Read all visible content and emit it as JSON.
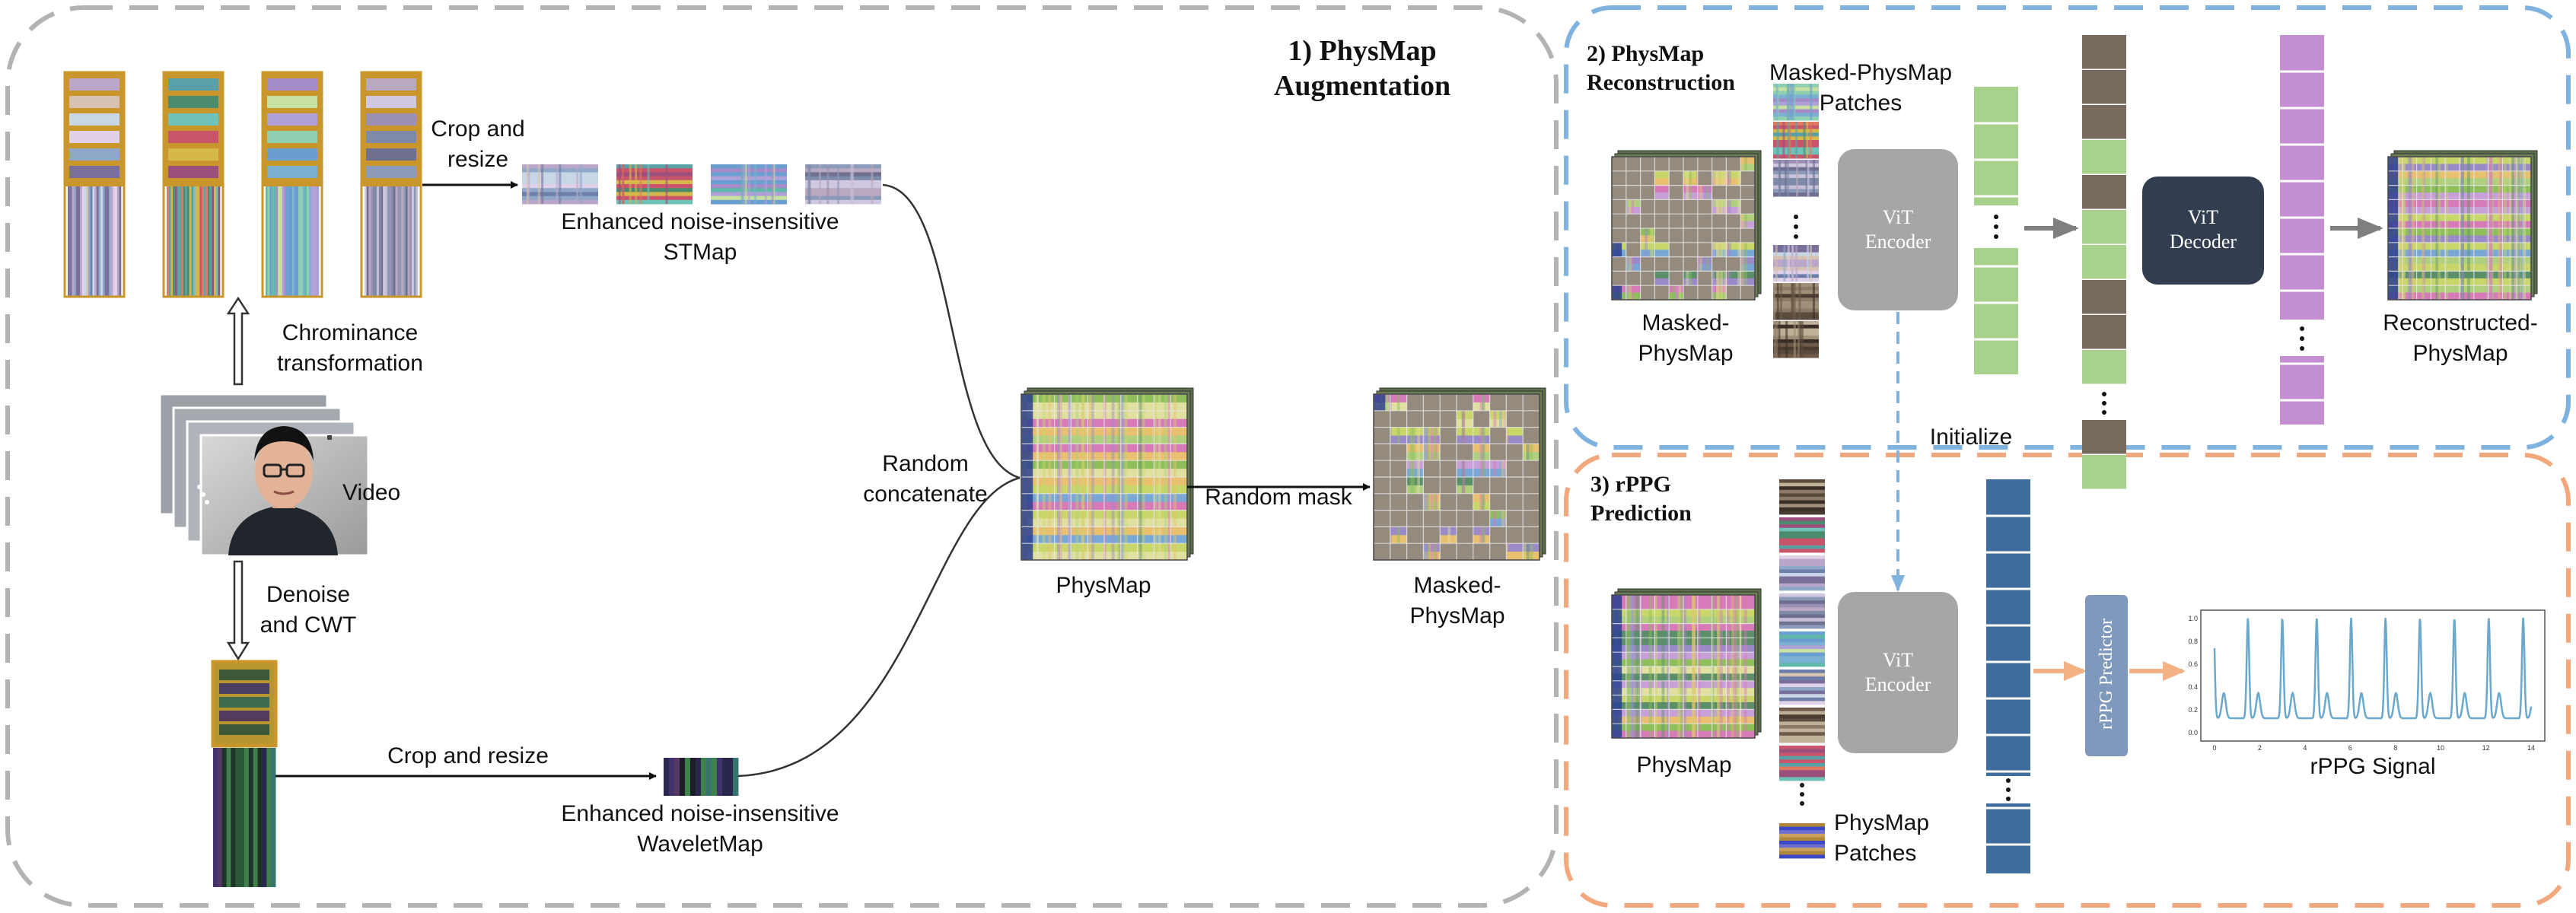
{
  "augmentation": {
    "title": "1)  PhysMap\nAugmentation",
    "crop_resize_top": "Crop and\nresize",
    "enhanced_stmap": "Enhanced noise-insensitive\nSTMap",
    "chrominance": "Chrominance\ntransformation",
    "video": "Video",
    "denoise": "Denoise\nand CWT",
    "crop_resize_bottom": "Crop and resize",
    "enhanced_wavelet": "Enhanced noise-insensitive\nWaveletMap",
    "random_concat": "Random\nconcatenate",
    "physmap": "PhysMap",
    "random_mask": "Random mask",
    "masked_physmap": "Masked-\nPhysMap"
  },
  "reconstruction": {
    "title": "2)  PhysMap\nReconstruction",
    "masked_patches": "Masked-PhysMap\nPatches",
    "encoder": "ViT\nEncoder",
    "decoder": "ViT\nDecoder",
    "masked_physmap": "Masked-\nPhysMap",
    "reconstructed": "Reconstructed-\nPhysMap"
  },
  "initialize": "Initialize",
  "prediction": {
    "title": "3)  rPPG\nPrediction",
    "physmap": "PhysMap",
    "patches": "PhysMap\nPatches",
    "encoder": "ViT\nEncoder",
    "predictor": "rPPG Predictor",
    "signal_label": "rPPG Signal",
    "y_ticks": [
      "1.0",
      "0.8",
      "0.6",
      "0.4",
      "0.2",
      "0.0"
    ],
    "x_ticks": [
      "0",
      "2",
      "4",
      "6",
      "8",
      "10",
      "12",
      "14"
    ]
  },
  "colors": {
    "dashed_gray": "#b3b3b3",
    "dashed_blue": "#7fb2df",
    "dashed_orange": "#f2a87c",
    "encoder_gray": "#a6a6a6",
    "decoder_dark": "#323e4f",
    "token_green": "#a9d18e",
    "token_brown": "#776b5f",
    "token_purple": "#c48fd0",
    "token_blue": "#3f6e9e",
    "predictor_blue": "#7f99bd",
    "arrow_orange": "#f4b183",
    "arrow_gray": "#7f7f7f",
    "frame_gold": "#c8962a",
    "signal_line": "#6aa8cc"
  }
}
